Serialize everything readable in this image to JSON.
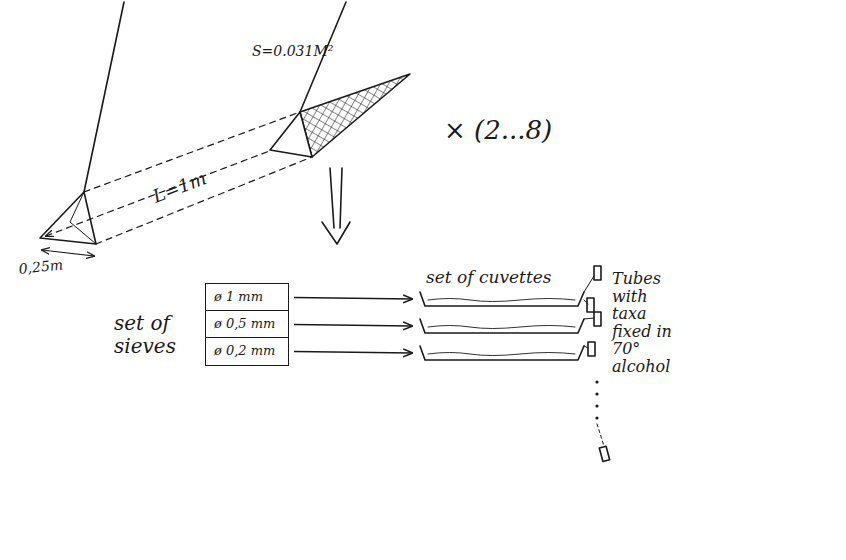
{
  "diagram": {
    "nodes": [
      {
        "text": [
          "set of sieves"
        ]
      },
      {
        "text": [
          "ø 1 mm"
        ],
        "in": 0
      },
      {
        "text": [
          "ø 0,5 mm"
        ],
        "in": 0
      },
      {
        "text": [
          "ø 0,2 mm"
        ],
        "in": 0
      }
    ],
    "labels": [
      "S=0.031M²",
      "× (2...8)",
      "L=1m",
      "0,25m",
      "set of cuvettes",
      "Tubes with taxa fixed in 70° alcohol"
    ]
  }
}
